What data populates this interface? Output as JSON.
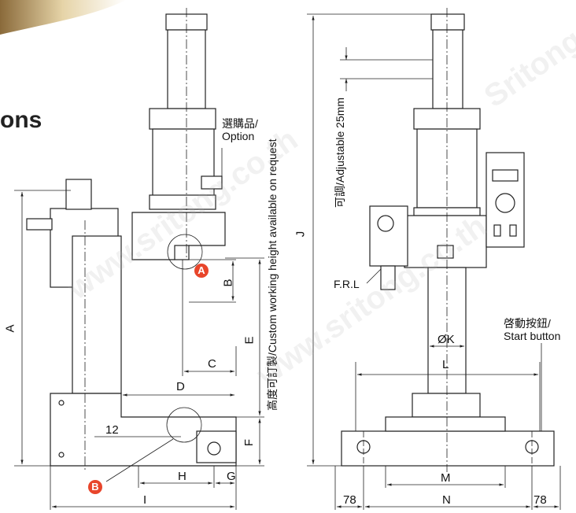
{
  "heading": "ons",
  "watermark": "www.sritong.co.th",
  "watermark_right": "Sritong Eng",
  "left_view": {
    "labels": {
      "A": "A",
      "B": "B",
      "C": "C",
      "D": "D",
      "E": "E",
      "F": "F",
      "G": "G",
      "H": "H",
      "I": "I",
      "twelve": "12"
    },
    "option_zh": "選購品/",
    "option_en": "Option",
    "custom_height": "高度可訂製/Custom working height available on request",
    "badge_a": "A",
    "badge_b": "B"
  },
  "right_view": {
    "labels": {
      "J": "J",
      "K": "ØK",
      "L": "L",
      "M": "M",
      "N": "N",
      "seventyeight_left": "78",
      "seventyeight_right": "78"
    },
    "adjustable": "可調/Adjustable 25mm",
    "frl": "F.R.L",
    "start_zh": "啓動按鈕/",
    "start_en": "Start button"
  },
  "colors": {
    "line": "#222222",
    "accent": "#e8452b",
    "banner": "#b59a6a"
  }
}
